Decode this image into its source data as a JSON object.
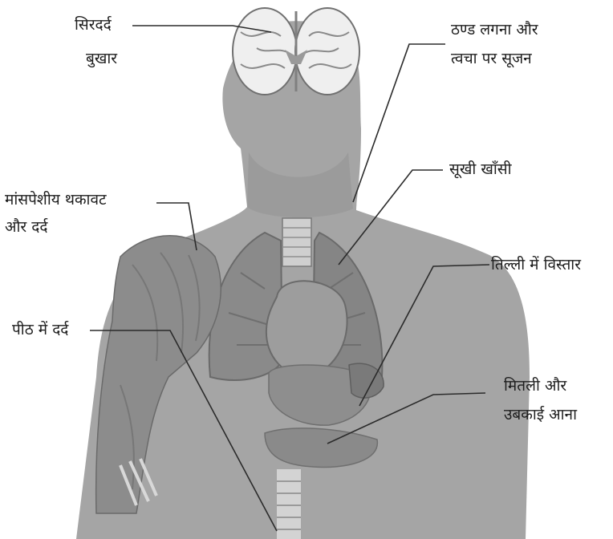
{
  "labels": {
    "headache": "सिरदर्द",
    "fever": "बुखार",
    "chills_line1": "ठण्ड लगना और",
    "chills_line2": "त्वचा पर सूजन",
    "dry_cough": "सूखी खाँसी",
    "muscle_line1": "मांसपेशीय थकावट",
    "muscle_line2": "और दर्द",
    "spleen": "तिल्ली में विस्तार",
    "back_pain": "पीठ में दर्द",
    "nausea_line1": "मितली  और",
    "nausea_line2": "उबकाई आना"
  }
}
